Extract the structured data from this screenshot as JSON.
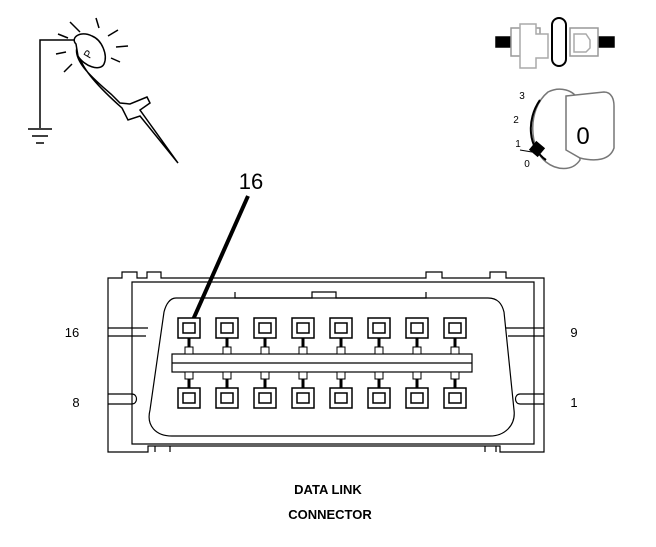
{
  "caption": {
    "line1": "DATA LINK",
    "line2": "CONNECTOR"
  },
  "callout": {
    "pin": "16"
  },
  "pin_labels": {
    "top_left": "16",
    "bottom_left": "8",
    "top_right": "9",
    "bottom_right": "1"
  },
  "ignition": {
    "positions": [
      "3",
      "2",
      "1",
      "0"
    ],
    "key_label": "0"
  },
  "probe": {
    "label": "P"
  },
  "connector": {
    "pins_per_row": 8,
    "rows": 2
  },
  "colors": {
    "line": "#000000",
    "background": "#ffffff"
  },
  "icons": {
    "probe": "test-light-probe-icon",
    "ground": "ground-symbol-icon",
    "ignition": "ignition-key-icon",
    "switch": "switch-icon"
  }
}
